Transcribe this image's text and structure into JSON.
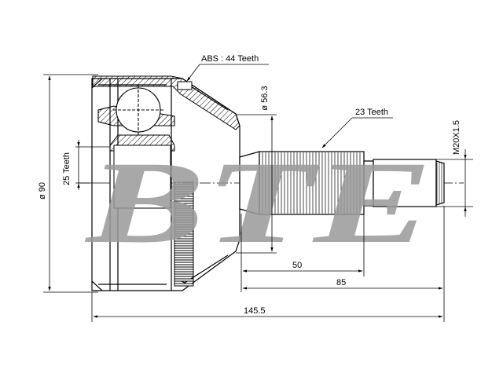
{
  "watermark": "BTE",
  "annotations": {
    "abs_teeth": "ABS : 44 Teeth",
    "outer_spline_teeth": "23 Teeth",
    "inner_spline_teeth": "25 Teeth",
    "outer_diameter": "ø 90",
    "seal_diameter": "ø 56.3",
    "thread": "M20X1.5",
    "spline_length": "50",
    "stub_length": "85",
    "overall_length": "145.5"
  },
  "colors": {
    "line": "#000000",
    "watermark": "#9a9a9a",
    "dim_text": "#000000"
  }
}
